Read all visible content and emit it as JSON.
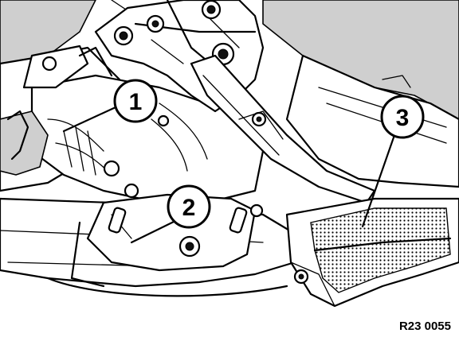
{
  "figure": {
    "reference_code": "R23 0055",
    "callouts": [
      {
        "number": "1"
      },
      {
        "number": "2"
      },
      {
        "number": "3"
      }
    ]
  }
}
